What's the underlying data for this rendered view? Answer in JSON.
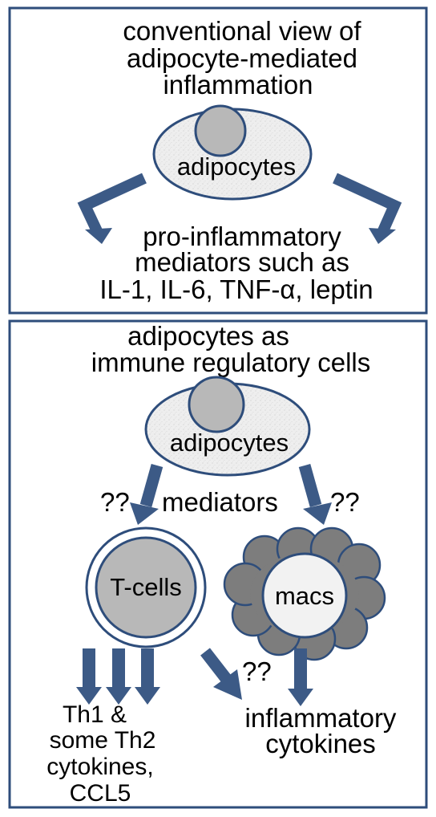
{
  "colors": {
    "border": "#2e4d7b",
    "arrow": "#3c5a86",
    "cell_fill": "#ececec",
    "nucleus": "#b8b8b8",
    "macro_cloud": "#7d7d7d",
    "macs_fill": "#f2f2f2"
  },
  "top_panel": {
    "title_lines": [
      "conventional view of",
      "adipocyte-mediated",
      "inflammation"
    ],
    "cell_label": "adipocytes",
    "output_lines": [
      "pro-inflammatory",
      "mediators such as",
      "IL-1, IL-6, TNF-α, leptin"
    ]
  },
  "bottom_panel": {
    "title_lines": [
      "adipocytes as",
      "immune regulatory cells"
    ],
    "cell_label": "adipocytes",
    "left_question": "??",
    "mediators_label": "mediators",
    "right_question": "??",
    "tcell_label": "T-cells",
    "macs_label": "macs",
    "cross_question": "??",
    "tcell_output_lines": [
      "Th1 &",
      "some Th2",
      "cytokines,",
      "CCL5"
    ],
    "macs_output_lines": [
      "inflammatory",
      "cytokines"
    ]
  }
}
